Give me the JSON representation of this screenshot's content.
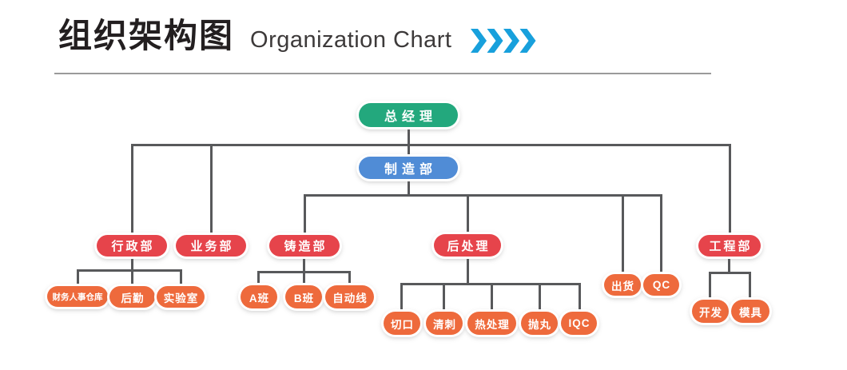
{
  "header": {
    "title_zh": "组织架构图",
    "title_en": "Organization Chart",
    "decor_icon": "fast-forward-chevrons",
    "chevron_count": 4
  },
  "palette": {
    "green": "#23a87d",
    "blue": "#508cd6",
    "red": "#e6444b",
    "orange": "#ee6a3c",
    "line": "#58595b",
    "accent": "#18a0dc",
    "ink": "#231f20"
  },
  "nodes": {
    "general_manager": "总经理",
    "manufacturing": "制造部",
    "admin": "行政部",
    "business": "业务部",
    "casting": "铸造部",
    "post_processing": "后处理",
    "shipping": "出货",
    "qc": "QC",
    "engineering": "工程部",
    "finance_hr_warehouse": "财务人事仓库",
    "logistics": "后勤",
    "lab": "实验室",
    "class_a": "A班",
    "class_b": "B班",
    "auto_line": "自动线",
    "cutting": "切口",
    "deburring": "清刺",
    "heat_treatment": "热处理",
    "shot_blasting": "抛丸",
    "iqc": "IQC",
    "development": "开发",
    "mold": "模具"
  },
  "hierarchy": {
    "id": "general_manager",
    "children": [
      {
        "id": "admin",
        "children": [
          {
            "id": "finance_hr_warehouse"
          },
          {
            "id": "logistics"
          },
          {
            "id": "lab"
          }
        ]
      },
      {
        "id": "business"
      },
      {
        "id": "manufacturing",
        "children": [
          {
            "id": "casting",
            "children": [
              {
                "id": "class_a"
              },
              {
                "id": "class_b"
              },
              {
                "id": "auto_line"
              }
            ]
          },
          {
            "id": "post_processing",
            "children": [
              {
                "id": "cutting"
              },
              {
                "id": "deburring"
              },
              {
                "id": "heat_treatment"
              },
              {
                "id": "shot_blasting"
              },
              {
                "id": "iqc"
              }
            ]
          },
          {
            "id": "shipping"
          },
          {
            "id": "qc"
          }
        ]
      },
      {
        "id": "engineering",
        "children": [
          {
            "id": "development"
          },
          {
            "id": "mold"
          }
        ]
      }
    ]
  }
}
